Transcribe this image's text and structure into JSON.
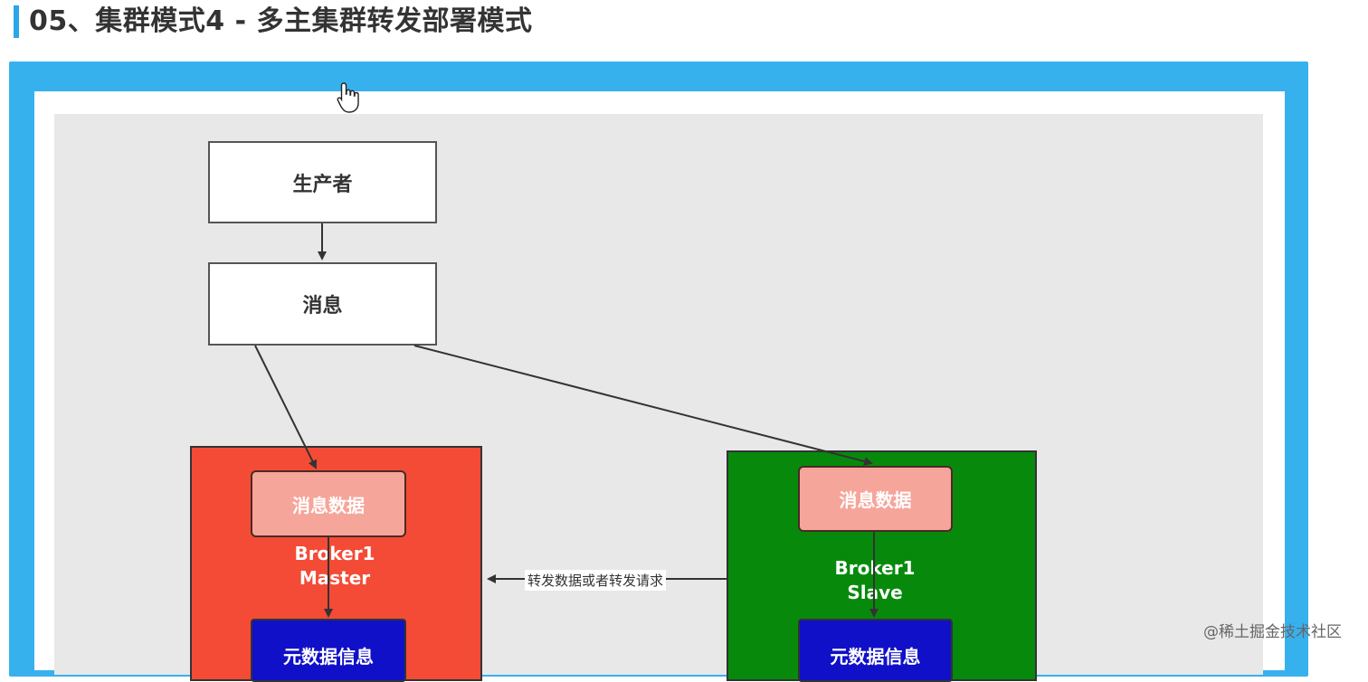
{
  "heading": {
    "title": "05、集群模式4 - 多主集群转发部署模式"
  },
  "diagram": {
    "nodes": {
      "producer": "生产者",
      "message": "消息",
      "master_data": "消息数据",
      "master_label_line1": "Broker1",
      "master_label_line2": "Master",
      "master_meta": "元数据信息",
      "slave_data": "消息数据",
      "slave_label_line1": "Broker1",
      "slave_label_line2": "Slave",
      "slave_meta": "元数据信息"
    },
    "edges": {
      "forward_label": "转发数据或者转发请求"
    },
    "colors": {
      "master": "#f44b36",
      "slave": "#078a0c",
      "data_box": "#f6a59a",
      "meta_box": "#1010c8",
      "accent": "#36b1ee"
    }
  },
  "watermark": "@稀土掘金技术社区"
}
